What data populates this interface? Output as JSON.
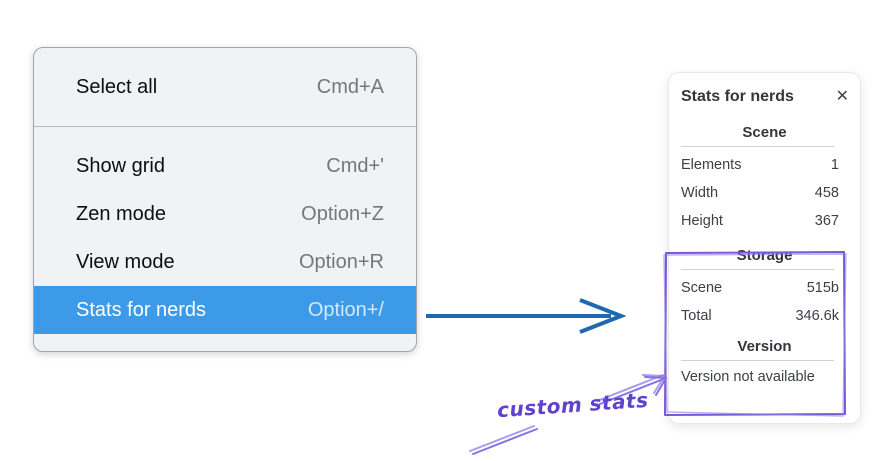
{
  "context_menu": {
    "groups": [
      {
        "items": [
          {
            "label": "Select all",
            "shortcut": "Cmd+A",
            "highlighted": false
          }
        ]
      },
      {
        "items": [
          {
            "label": "Show grid",
            "shortcut": "Cmd+'",
            "highlighted": false
          },
          {
            "label": "Zen mode",
            "shortcut": "Option+Z",
            "highlighted": false
          },
          {
            "label": "View mode",
            "shortcut": "Option+R",
            "highlighted": false
          },
          {
            "label": "Stats for nerds",
            "shortcut": "Option+/",
            "highlighted": true
          }
        ]
      }
    ]
  },
  "stats_panel": {
    "title": "Stats for nerds",
    "close_glyph": "✕",
    "sections": [
      {
        "heading": "Scene",
        "rows": [
          [
            "Elements",
            "1"
          ],
          [
            "Width",
            "458"
          ],
          [
            "Height",
            "367"
          ]
        ]
      },
      {
        "heading": "Storage",
        "rows": [
          [
            "Scene",
            "515b"
          ],
          [
            "Total",
            "346.6k"
          ]
        ]
      },
      {
        "heading": "Version",
        "rows": [],
        "note": "Version not available"
      }
    ]
  },
  "annotation": {
    "label": "custom stats"
  },
  "colors": {
    "menu_highlight": "#3d9ae8",
    "menu_background": "#f1f2f3",
    "flow_arrow_blue": "#1d6ab0",
    "annotation_purple": "#5d41cf",
    "box_stroke_purple": "#7a5ad2"
  }
}
